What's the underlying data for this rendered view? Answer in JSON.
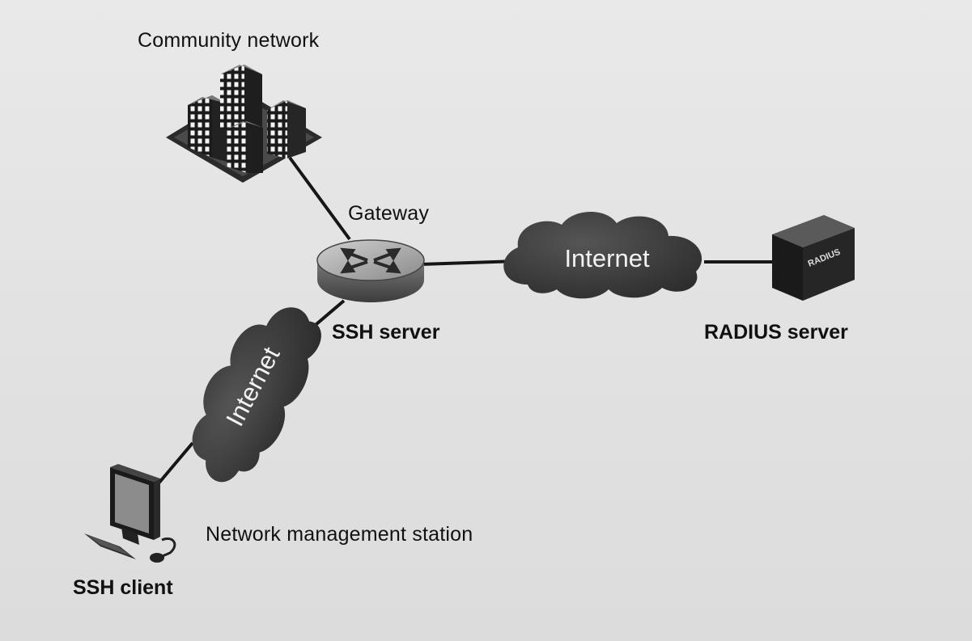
{
  "labels": {
    "community_network": "Community network",
    "gateway": "Gateway",
    "ssh_server": "SSH server",
    "radius_server": "RADIUS server",
    "network_management_station": "Network management station",
    "ssh_client": "SSH client"
  },
  "clouds": {
    "top": "Internet",
    "left": "Internet"
  },
  "server_box_text": "RADIUS",
  "colors": {
    "cloud_fill": "#3a3a3a",
    "line": "#161616",
    "background": "#e4e4e4"
  }
}
